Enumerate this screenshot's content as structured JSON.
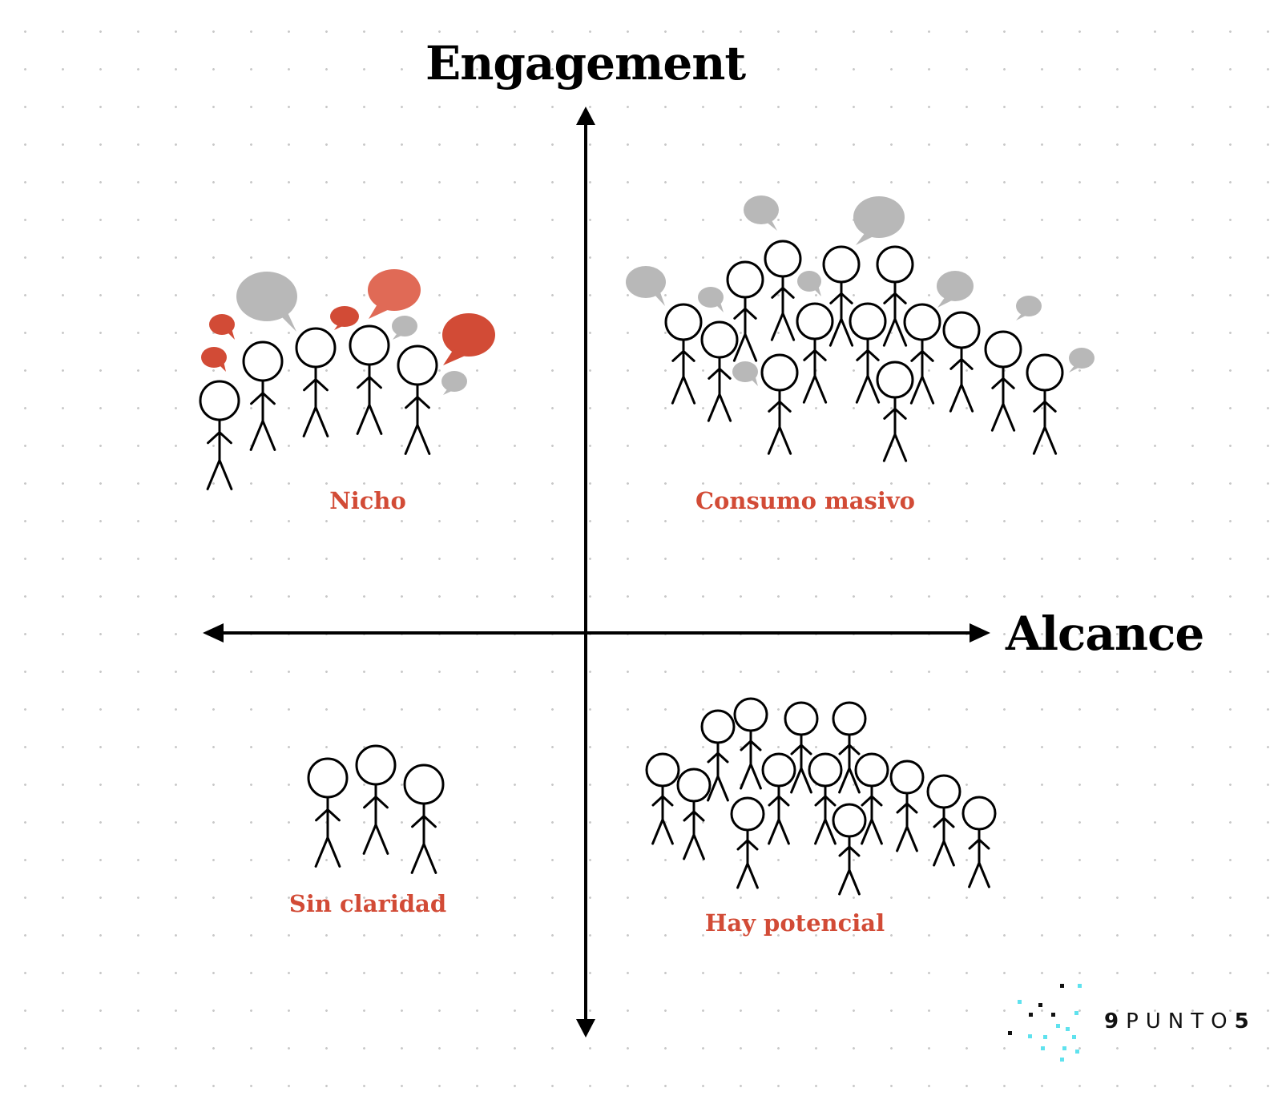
{
  "axes": {
    "y_label": "Engagement",
    "x_label": "Alcance"
  },
  "quadrants": {
    "top_left": "Nicho",
    "top_right": "Consumo masivo",
    "bottom_left": "Sin claridad",
    "bottom_right": "Hay potencial"
  },
  "logo": {
    "digit_start": "9",
    "word": "PUNTO",
    "digit_end": "5"
  },
  "colors": {
    "accent": "#d24b36",
    "bubble_gray": "#b8b8b8",
    "bubble_red": "#d24b36",
    "bubble_red_light": "#e06a56",
    "logo_cyan": "#5fe2ee"
  }
}
